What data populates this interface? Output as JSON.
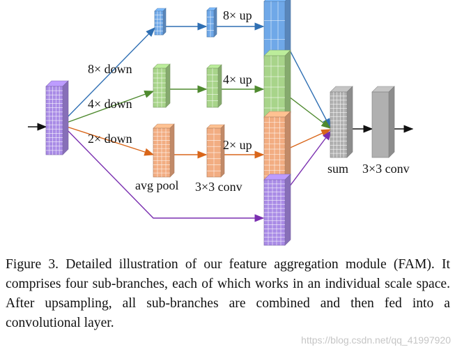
{
  "labels": {
    "down8": "8× down",
    "down4": "4× down",
    "down2": "2× down",
    "up8": "8× up",
    "up4": "4× up",
    "up2": "2× up",
    "avg_pool": "avg pool",
    "conv_mid": "3×3 conv",
    "sum": "sum",
    "conv_out": "3×3 conv"
  },
  "caption": "Figure 3. Detailed illustration of our feature aggregation module (FAM). It comprises four sub-branches, each of which works in an individual scale space. After upsampling, all sub-branches are combined and then fed into a convolutional layer.",
  "watermark": "https://blog.csdn.net/qq_41997920",
  "colors": {
    "input": "#a98be6",
    "blue": "#6fa8e8",
    "green": "#a8d48a",
    "orange": "#f2ad82",
    "purple": "#a98be6",
    "gray": "#b0b0b0",
    "arrow_blue": "#2f6fb3",
    "arrow_green": "#4f8a2f",
    "arrow_orange": "#d9661a",
    "arrow_purple": "#7a2fb0",
    "arrow_black": "#111111"
  }
}
